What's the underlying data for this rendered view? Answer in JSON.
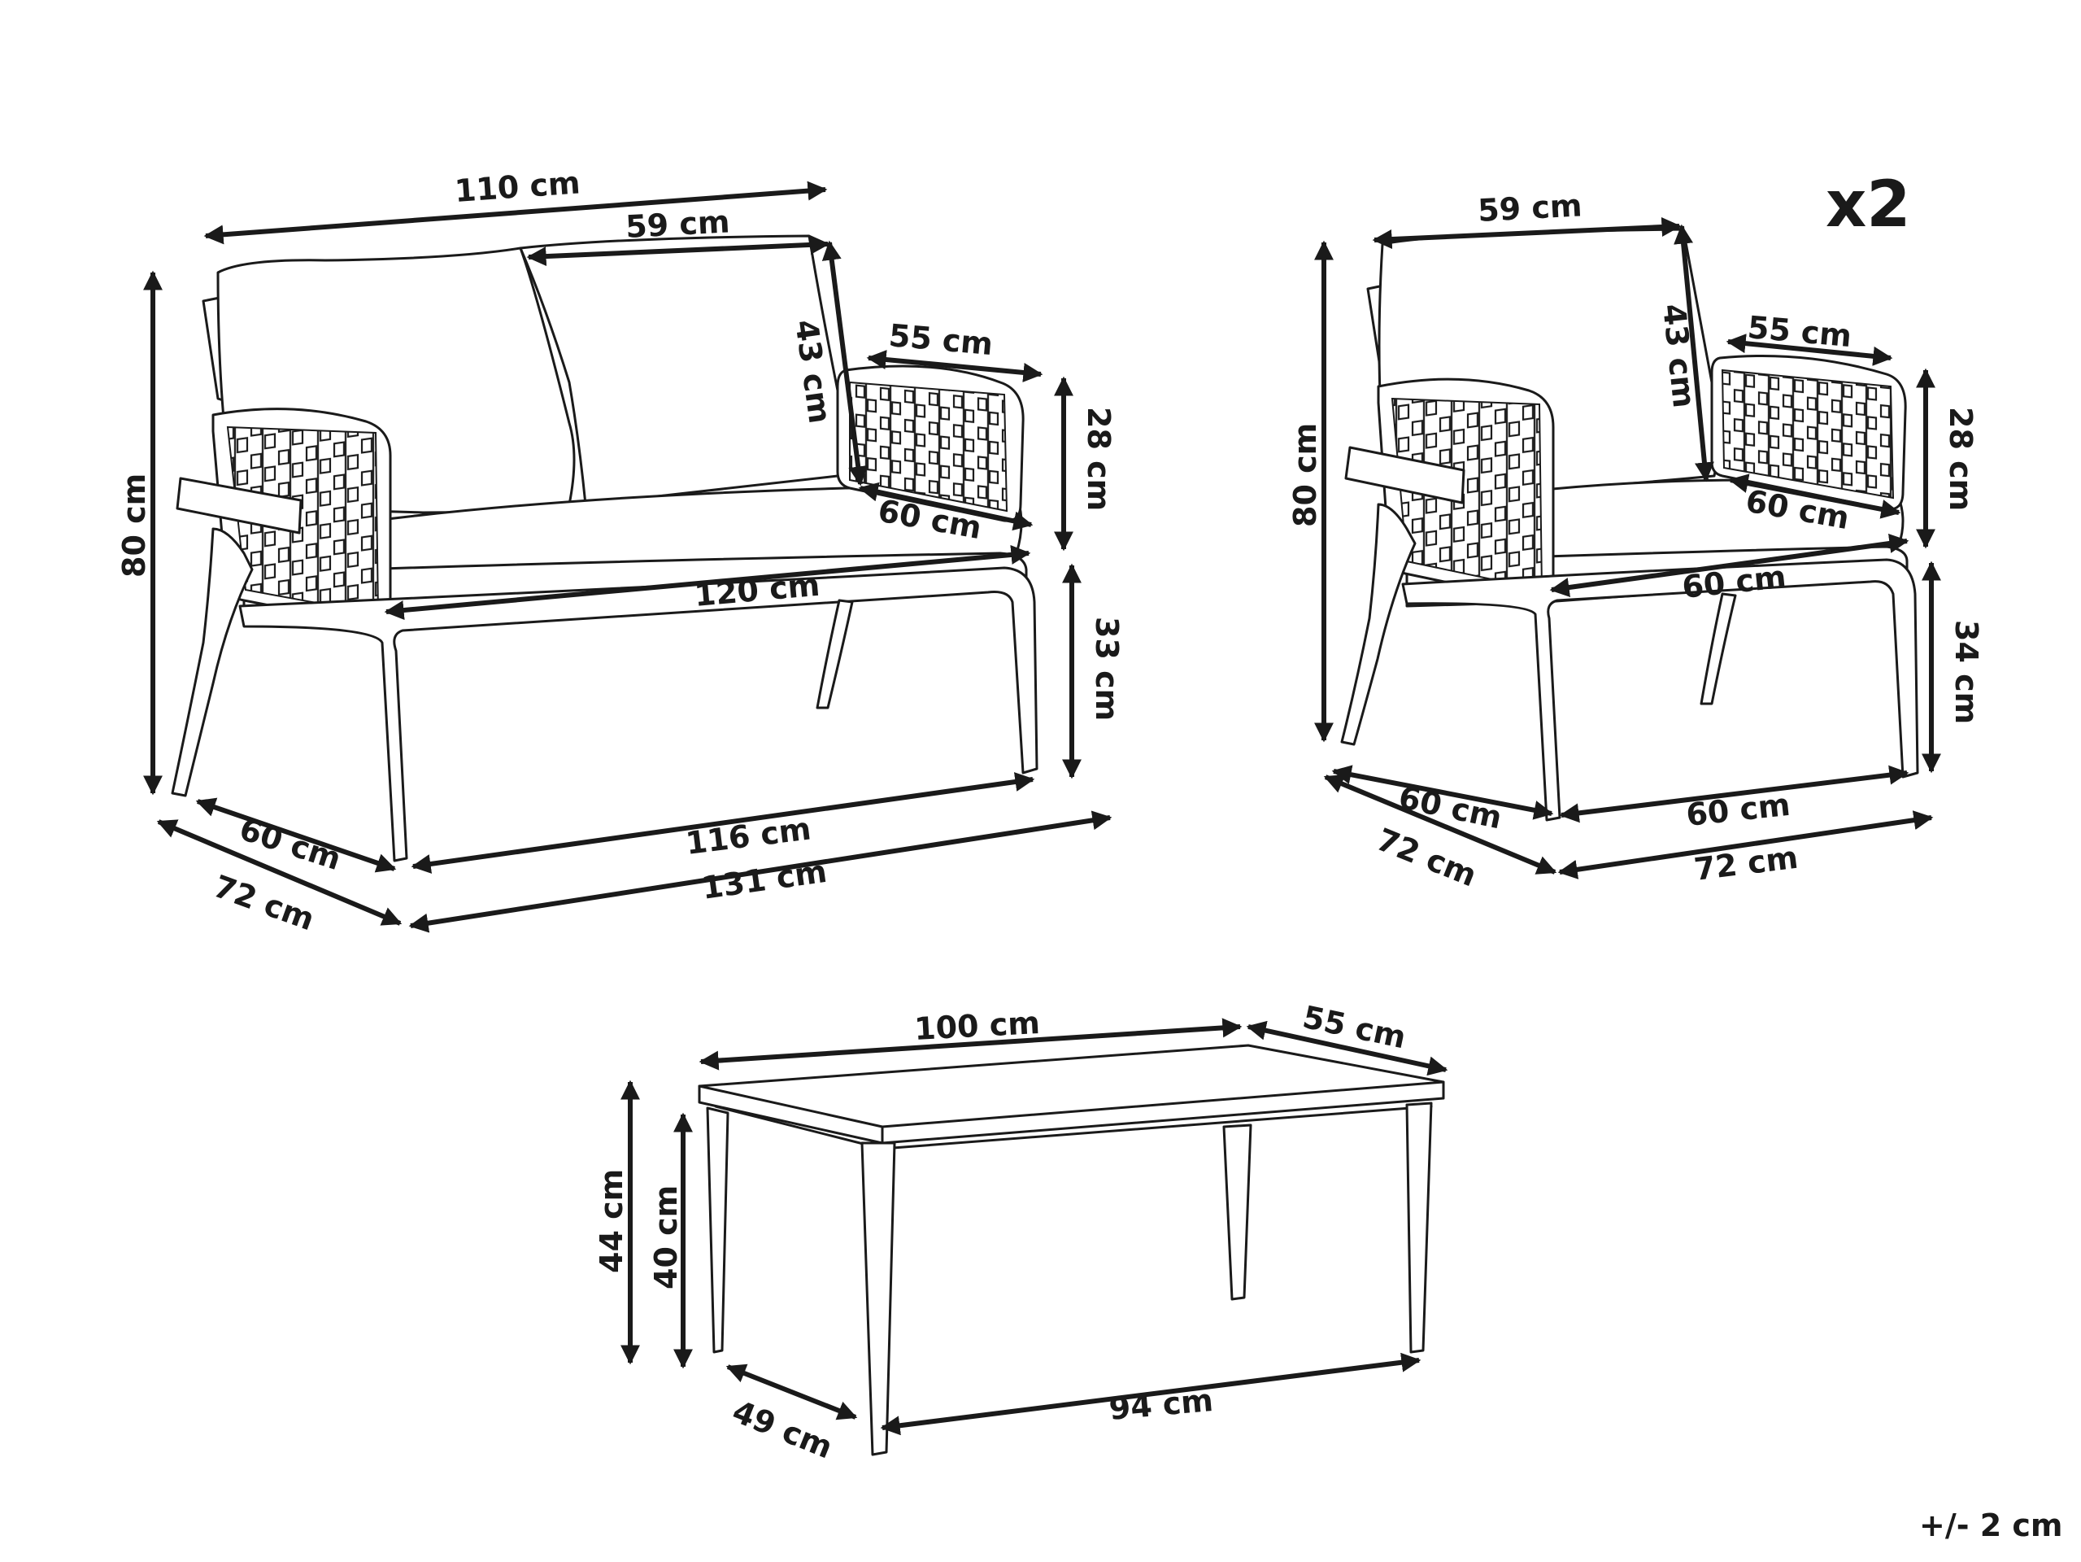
{
  "sofa": {
    "backrest_width": "110 cm",
    "cushion_width": "59 cm",
    "cushion_height": "43 cm",
    "armrest_length": "55 cm",
    "armrest_height": "28 cm",
    "armrest_base": "60 cm",
    "height": "80 cm",
    "seat_width": "120 cm",
    "seat_height": "33 cm",
    "depth_inner": "60 cm",
    "depth_outer": "72 cm",
    "width_inner": "116 cm",
    "width_outer": "131 cm"
  },
  "armchair": {
    "quantity": "x2",
    "cushion_width": "59 cm",
    "cushion_height": "43 cm",
    "armrest_length": "55 cm",
    "armrest_height": "28 cm",
    "armrest_base": "60 cm",
    "height": "80 cm",
    "seat_width": "60 cm",
    "seat_height": "34 cm",
    "depth_inner": "60 cm",
    "depth_outer": "72 cm",
    "width_inner": "60 cm",
    "width_outer": "72 cm"
  },
  "table": {
    "length": "100 cm",
    "width": "55 cm",
    "height_total": "44 cm",
    "height_legs": "40 cm",
    "leg_depth": "49 cm",
    "leg_length": "94 cm"
  },
  "tolerance": "+/- 2 cm"
}
